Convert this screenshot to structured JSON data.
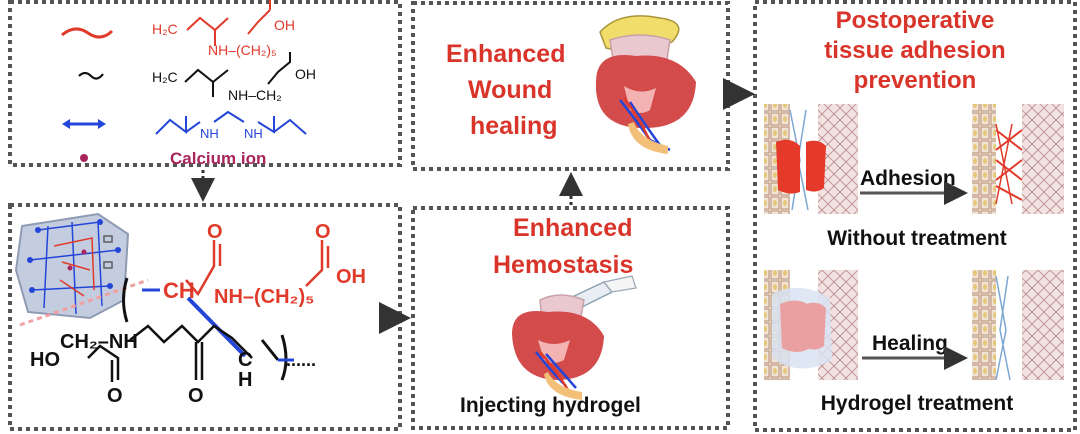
{
  "legend": {
    "monomer1": {
      "left": "H₂C",
      "right": "OH",
      "chain": "NH–(CH₂)₅"
    },
    "monomer2": {
      "left": "H₂C",
      "right": "OH",
      "chain": "NH–CH₂"
    },
    "crosslinker": {
      "left": "NH",
      "right": "NH"
    },
    "calcium_label": "Calcium ion",
    "colors": {
      "red": "#e03a2a",
      "black": "#111111",
      "blue": "#2446d8",
      "calcium": "#a8245a"
    }
  },
  "network": {
    "ch_label": "CH",
    "chain_label": "NH–(CH₂)₅",
    "acid_label": "OH",
    "gly_ho": "HO",
    "gly_chain": "CH₂–NH",
    "h_label": "H",
    "dots": "......"
  },
  "wound": {
    "title_lines": [
      "Enhanced",
      "Wound",
      "healing"
    ]
  },
  "hemostasis": {
    "title_lines": [
      "Enhanced",
      "Hemostasis"
    ],
    "caption": "Injecting hydrogel"
  },
  "adhesion": {
    "title_lines": [
      "Postoperative",
      "tissue adhesion",
      "prevention"
    ],
    "adhesion_label": "Adhesion",
    "without_label": "Without treatment",
    "healing_label": "Healing",
    "hydrogel_label": "Hydrogel treatment"
  }
}
